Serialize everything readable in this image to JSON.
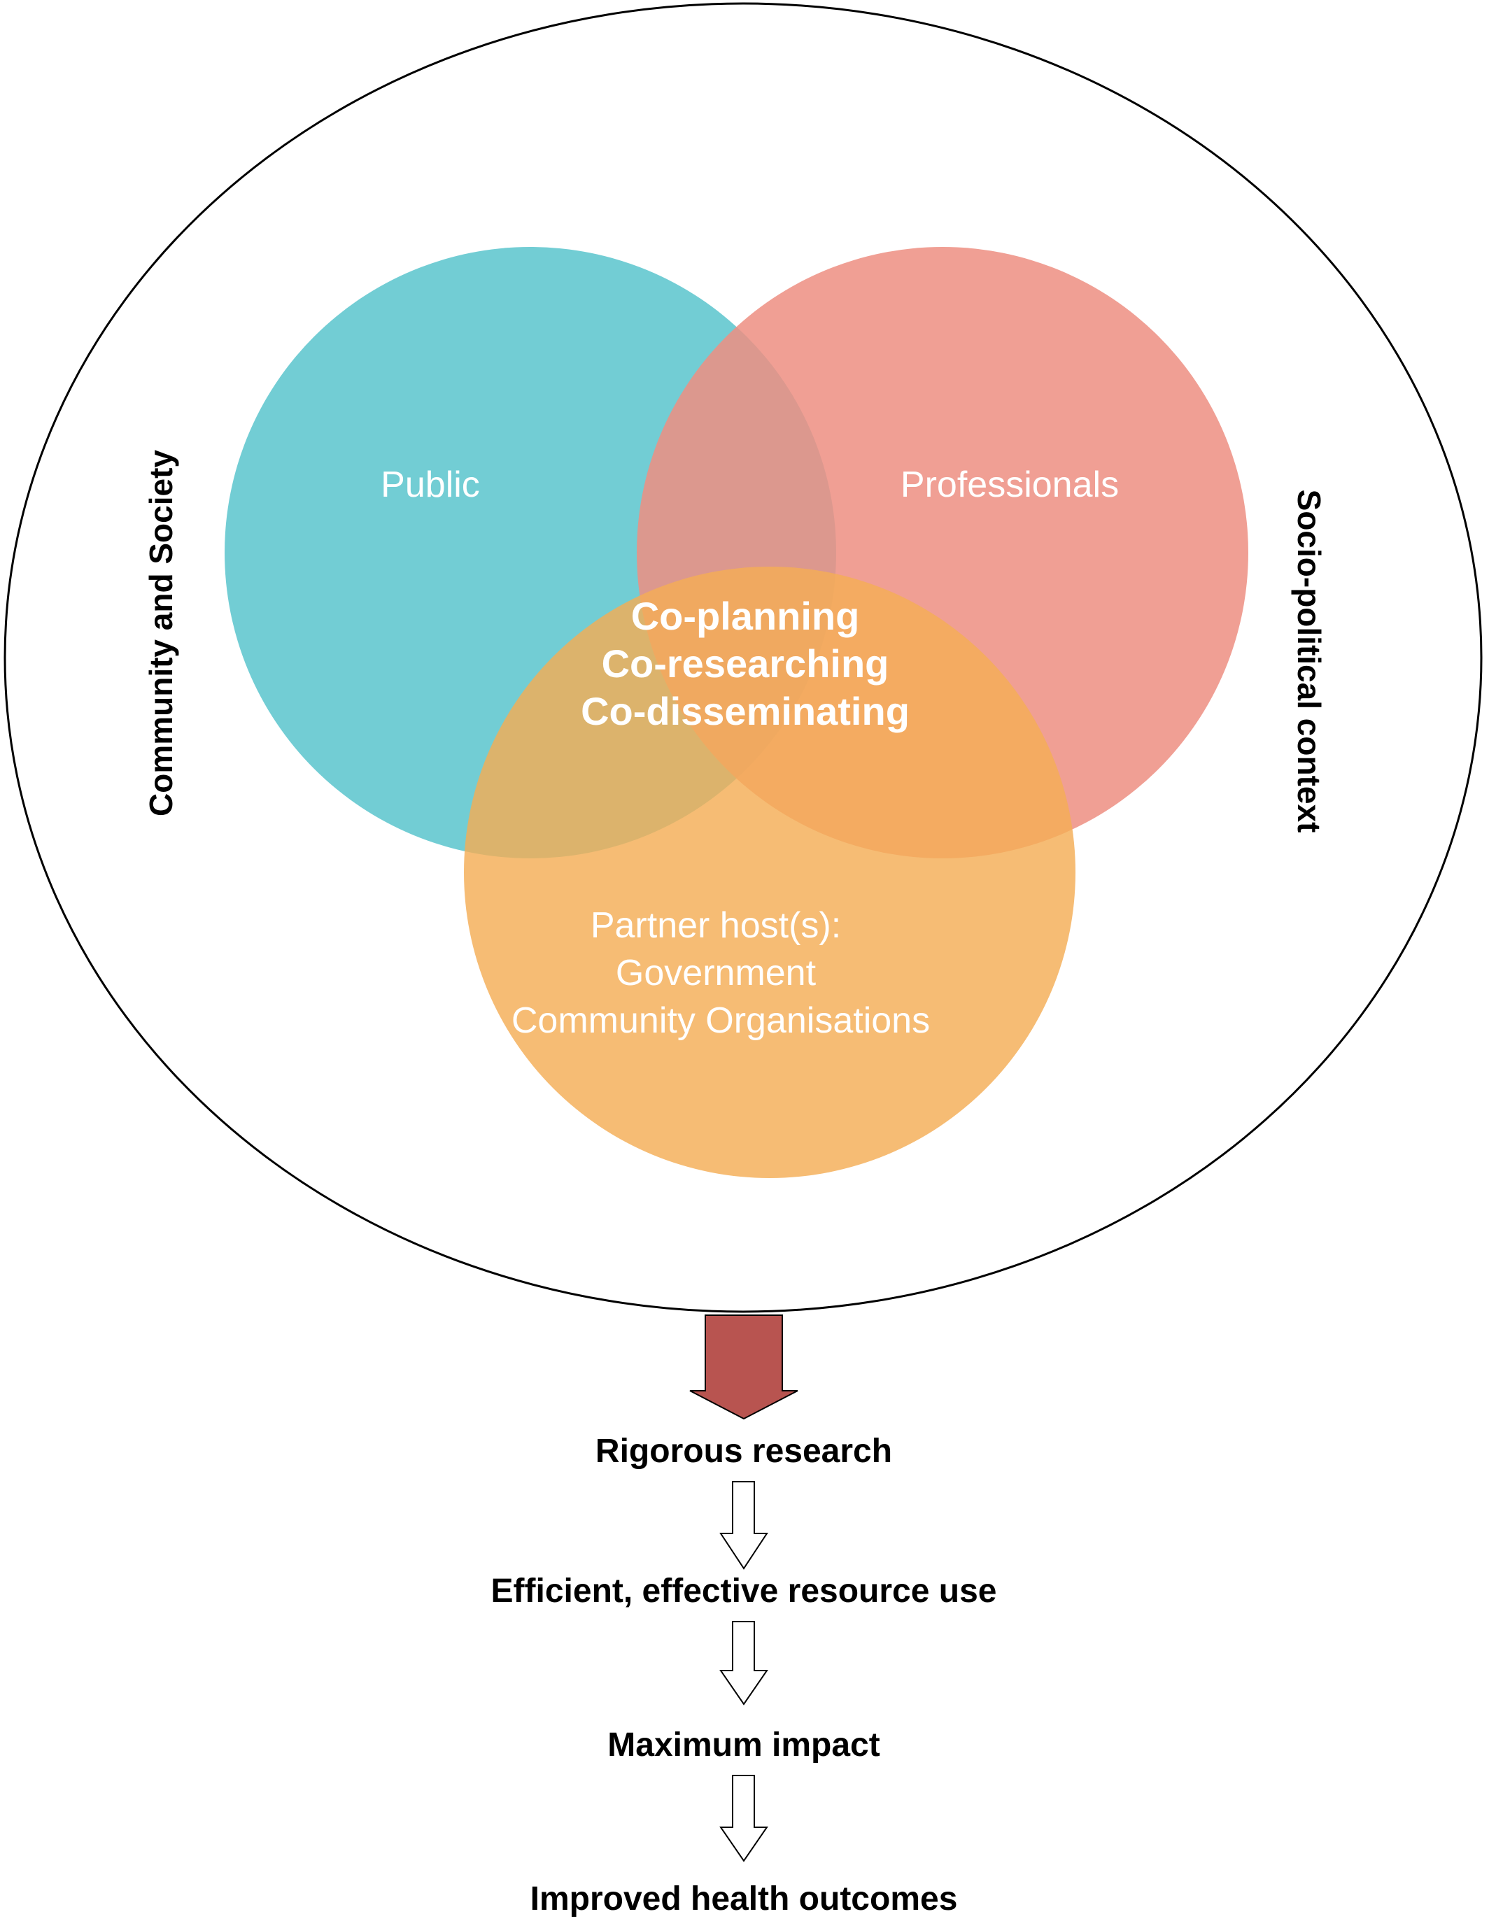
{
  "context": {
    "left_label": "Community and Society",
    "right_label": "Socio-political context"
  },
  "circles": {
    "public": {
      "label": "Public",
      "color": "#5ec6ce"
    },
    "professionals": {
      "label": "Professionals",
      "color": "#ee8f82"
    },
    "partners": {
      "lines": [
        "Partner host(s):",
        "Government",
        "Community Organisations"
      ],
      "color": "#f4ad55"
    }
  },
  "core": {
    "lines": [
      "Co-planning",
      "Co-researching",
      "Co-disseminating"
    ]
  },
  "flow": {
    "main_arrow_color": "#b85450",
    "steps": [
      "Rigorous research",
      "Efficient, effective resource use",
      "Maximum impact",
      "Improved health outcomes"
    ]
  }
}
